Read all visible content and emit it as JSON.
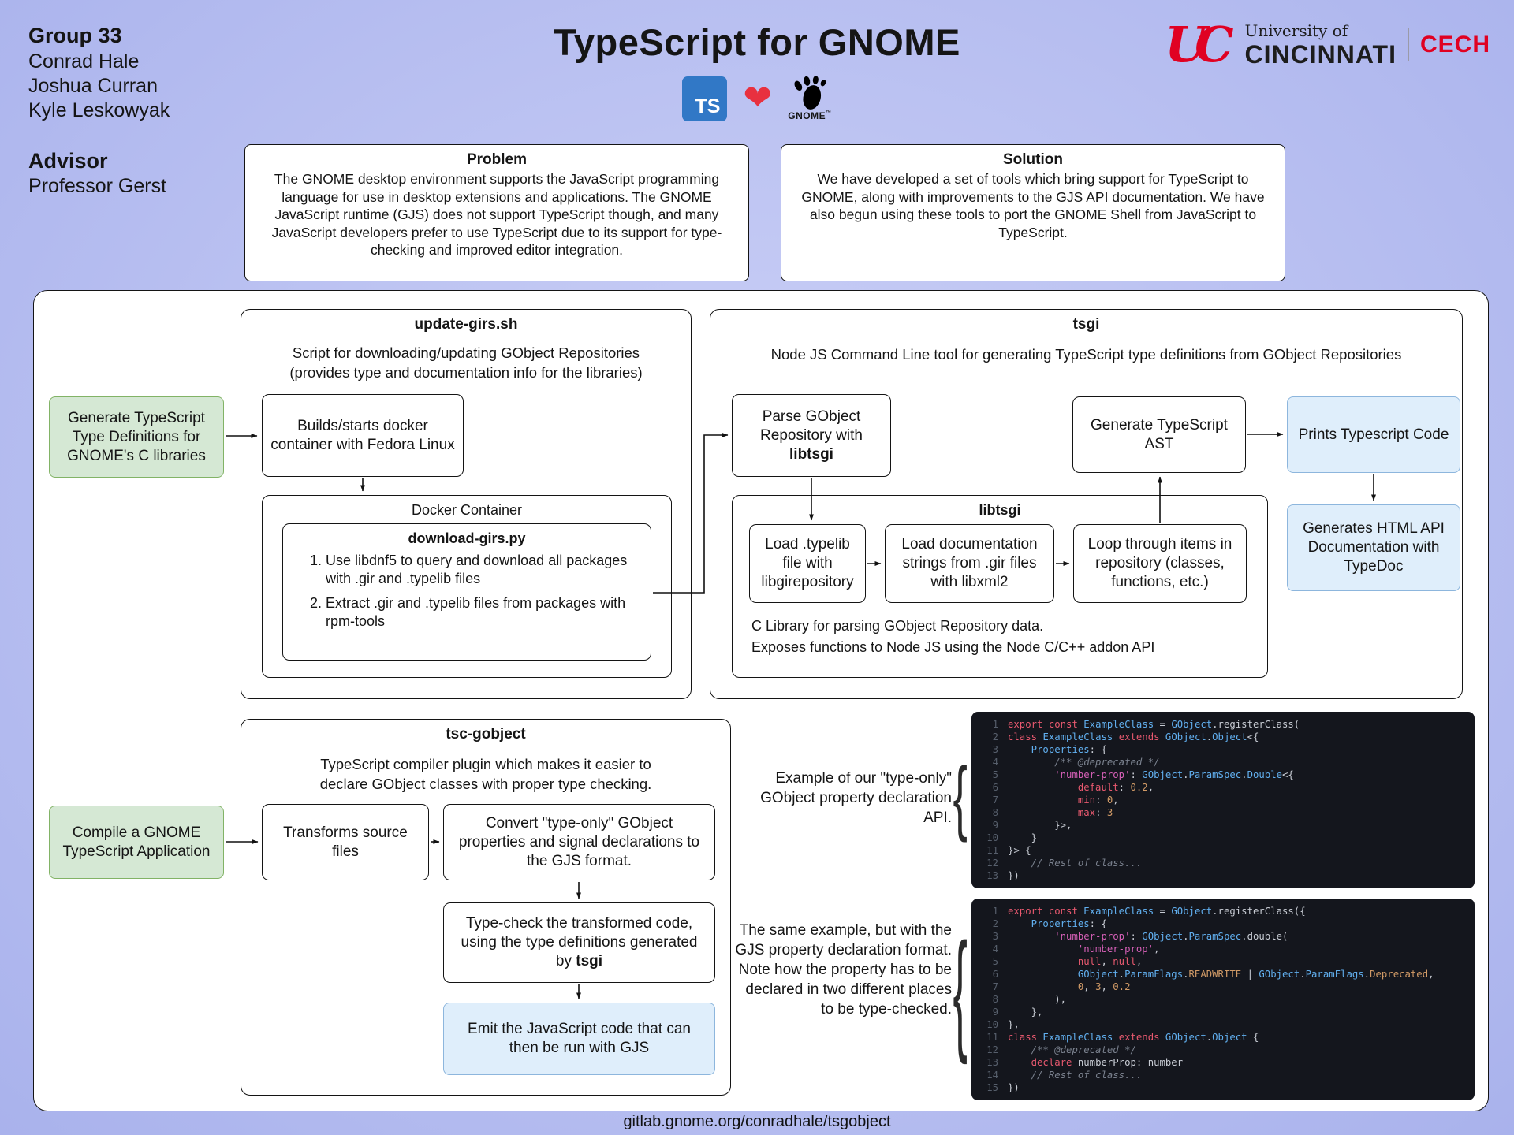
{
  "poster": {
    "group": {
      "label": "Group 33",
      "members": [
        "Conrad Hale",
        "Joshua Curran",
        "Kyle Leskowyak"
      ]
    },
    "advisor": {
      "label": "Advisor",
      "name": "Professor Gerst"
    },
    "title": "TypeScript for GNOME",
    "logos": {
      "ts": "TS",
      "heart": "❤",
      "gnome": "GNOME",
      "gnome_tm": "™"
    },
    "university": {
      "monogram": "UC",
      "line1": "University of",
      "line2": "CINCINNATI",
      "college": "CECH"
    },
    "footer_url": "gitlab.gnome.org/conradhale/tsgobject"
  },
  "problem": {
    "title": "Problem",
    "body": "The GNOME desktop environment supports the JavaScript programming language for use in desktop extensions and applications. The GNOME JavaScript runtime (GJS) does not support TypeScript though, and many JavaScript developers prefer to use TypeScript due to its support for type-checking and improved editor integration."
  },
  "solution": {
    "title": "Solution",
    "body": "We have developed a set of tools which bring support for TypeScript to GNOME, along with improvements to the GJS API documentation. We have also begun using these tools to port the GNOME Shell from JavaScript to TypeScript."
  },
  "diagram": {
    "generate_green": "Generate TypeScript Type Definitions for GNOME's C libraries",
    "compile_green": "Compile a GNOME TypeScript Application",
    "update_girs": {
      "title": "update-girs.sh",
      "subtitle": "Script for downloading/updating GObject Repositories (provides type and documentation info for the libraries)",
      "docker_build": "Builds/starts docker container with Fedora Linux",
      "docker_container_label": "Docker Container",
      "download_girs": {
        "title": "download-girs.py",
        "steps": [
          "Use libdnf5 to query and download all packages with .gir and .typelib files",
          "Extract .gir and .typelib files from packages with rpm-tools"
        ]
      }
    },
    "tsgi": {
      "title": "tsgi",
      "subtitle": "Node JS Command Line tool for generating TypeScript type definitions from GObject Repositories",
      "parse_pre": "Parse GObject Repository with ",
      "parse_bold": "libtsgi",
      "ast_box": "Generate TypeScript AST",
      "prints_code": "Prints Typescript Code",
      "generates_docs": "Generates HTML API Documentation with TypeDoc",
      "libtsgi": {
        "title": "libtsgi",
        "boxes": [
          "Load .typelib file with libgirepository",
          "Load documentation strings from .gir files with libxml2",
          "Loop through items in repository (classes, functions, etc.)"
        ],
        "note1": "C Library for parsing GObject Repository data.",
        "note2": "Exposes functions to Node JS using the Node C/C++ addon API"
      }
    },
    "tsc_gobject": {
      "title": "tsc-gobject",
      "subtitle": "TypeScript compiler plugin which makes it easier to declare GObject classes with proper type checking.",
      "transforms": "Transforms source files",
      "convert": "Convert \"type-only\" GObject properties and signal declarations to the GJS format.",
      "typecheck_pre": "Type-check the transformed code, using the type definitions generated by ",
      "typecheck_bold": "tsgi",
      "emit": "Emit the JavaScript code that can then be run with GJS"
    }
  },
  "code_examples": {
    "label1": "Example of our \"type-only\" GObject property declaration API.",
    "label2": "The same example, but with the GJS property declaration format. Note how the property has to be declared in two different places to be type-checked.",
    "block1": {
      "lines": [
        [
          [
            "kw",
            "export"
          ],
          [
            "pl",
            " "
          ],
          [
            "kw",
            "const"
          ],
          [
            "pl",
            " "
          ],
          [
            "ty",
            "ExampleClass"
          ],
          [
            "pl",
            " = "
          ],
          [
            "ty",
            "GObject"
          ],
          [
            "pl",
            ".registerClass("
          ]
        ],
        [
          [
            "kw",
            "class"
          ],
          [
            "pl",
            " "
          ],
          [
            "ty",
            "ExampleClass"
          ],
          [
            "pl",
            " "
          ],
          [
            "kw",
            "extends"
          ],
          [
            "pl",
            " "
          ],
          [
            "ty",
            "GObject"
          ],
          [
            "pl",
            "."
          ],
          [
            "ty",
            "Object"
          ],
          [
            "pl",
            "<{"
          ]
        ],
        [
          [
            "pl",
            "    "
          ],
          [
            "pr",
            "Properties"
          ],
          [
            "pl",
            ": {"
          ]
        ],
        [
          [
            "pl",
            "        "
          ],
          [
            "cm",
            "/** @deprecated */"
          ]
        ],
        [
          [
            "pl",
            "        "
          ],
          [
            "st",
            "'number-prop'"
          ],
          [
            "pl",
            ": "
          ],
          [
            "ty",
            "GObject"
          ],
          [
            "pl",
            "."
          ],
          [
            "ty",
            "ParamSpec"
          ],
          [
            "pl",
            "."
          ],
          [
            "ty",
            "Double"
          ],
          [
            "pl",
            "<{"
          ]
        ],
        [
          [
            "pl",
            "            "
          ],
          [
            "kw",
            "default"
          ],
          [
            "pl",
            ": "
          ],
          [
            "nu",
            "0.2"
          ],
          [
            "pl",
            ","
          ]
        ],
        [
          [
            "pl",
            "            "
          ],
          [
            "kw",
            "min"
          ],
          [
            "pl",
            ": "
          ],
          [
            "nu",
            "0"
          ],
          [
            "pl",
            ","
          ]
        ],
        [
          [
            "pl",
            "            "
          ],
          [
            "kw",
            "max"
          ],
          [
            "pl",
            ": "
          ],
          [
            "nu",
            "3"
          ]
        ],
        [
          [
            "pl",
            "        }>,"
          ]
        ],
        [
          [
            "pl",
            "    }"
          ]
        ],
        [
          [
            "pl",
            "}> {"
          ]
        ],
        [
          [
            "pl",
            "    "
          ],
          [
            "cm",
            "// Rest of class..."
          ]
        ],
        [
          [
            "pl",
            "})"
          ]
        ]
      ]
    },
    "block2": {
      "lines": [
        [
          [
            "kw",
            "export"
          ],
          [
            "pl",
            " "
          ],
          [
            "kw",
            "const"
          ],
          [
            "pl",
            " "
          ],
          [
            "ty",
            "ExampleClass"
          ],
          [
            "pl",
            " = "
          ],
          [
            "ty",
            "GObject"
          ],
          [
            "pl",
            ".registerClass({"
          ]
        ],
        [
          [
            "pl",
            "    "
          ],
          [
            "pr",
            "Properties"
          ],
          [
            "pl",
            ": {"
          ]
        ],
        [
          [
            "pl",
            "        "
          ],
          [
            "st",
            "'number-prop'"
          ],
          [
            "pl",
            ": "
          ],
          [
            "ty",
            "GObject"
          ],
          [
            "pl",
            "."
          ],
          [
            "ty",
            "ParamSpec"
          ],
          [
            "pl",
            ".double("
          ]
        ],
        [
          [
            "pl",
            "            "
          ],
          [
            "st",
            "'number-prop'"
          ],
          [
            "pl",
            ","
          ]
        ],
        [
          [
            "pl",
            "            "
          ],
          [
            "kw",
            "null"
          ],
          [
            "pl",
            ", "
          ],
          [
            "kw",
            "null"
          ],
          [
            "pl",
            ","
          ]
        ],
        [
          [
            "pl",
            "            "
          ],
          [
            "ty",
            "GObject"
          ],
          [
            "pl",
            "."
          ],
          [
            "ty",
            "ParamFlags"
          ],
          [
            "pl",
            "."
          ],
          [
            "co",
            "READWRITE"
          ],
          [
            "pl",
            " | "
          ],
          [
            "ty",
            "GObject"
          ],
          [
            "pl",
            "."
          ],
          [
            "ty",
            "ParamFlags"
          ],
          [
            "pl",
            "."
          ],
          [
            "co",
            "Deprecated"
          ],
          [
            "pl",
            ","
          ]
        ],
        [
          [
            "pl",
            "            "
          ],
          [
            "nu",
            "0"
          ],
          [
            "pl",
            ", "
          ],
          [
            "nu",
            "3"
          ],
          [
            "pl",
            ", "
          ],
          [
            "nu",
            "0.2"
          ]
        ],
        [
          [
            "pl",
            "        ),"
          ]
        ],
        [
          [
            "pl",
            "    },"
          ]
        ],
        [
          [
            "pl",
            "},"
          ]
        ],
        [
          [
            "kw",
            "class"
          ],
          [
            "pl",
            " "
          ],
          [
            "ty",
            "ExampleClass"
          ],
          [
            "pl",
            " "
          ],
          [
            "kw",
            "extends"
          ],
          [
            "pl",
            " "
          ],
          [
            "ty",
            "GObject"
          ],
          [
            "pl",
            "."
          ],
          [
            "ty",
            "Object"
          ],
          [
            "pl",
            " {"
          ]
        ],
        [
          [
            "pl",
            "    "
          ],
          [
            "cm",
            "/** @deprecated */"
          ]
        ],
        [
          [
            "pl",
            "    "
          ],
          [
            "kw",
            "declare"
          ],
          [
            "pl",
            " numberProp: number"
          ]
        ],
        [
          [
            "pl",
            "    "
          ],
          [
            "cm",
            "// Rest of class..."
          ]
        ],
        [
          [
            "pl",
            "})"
          ]
        ]
      ]
    }
  }
}
